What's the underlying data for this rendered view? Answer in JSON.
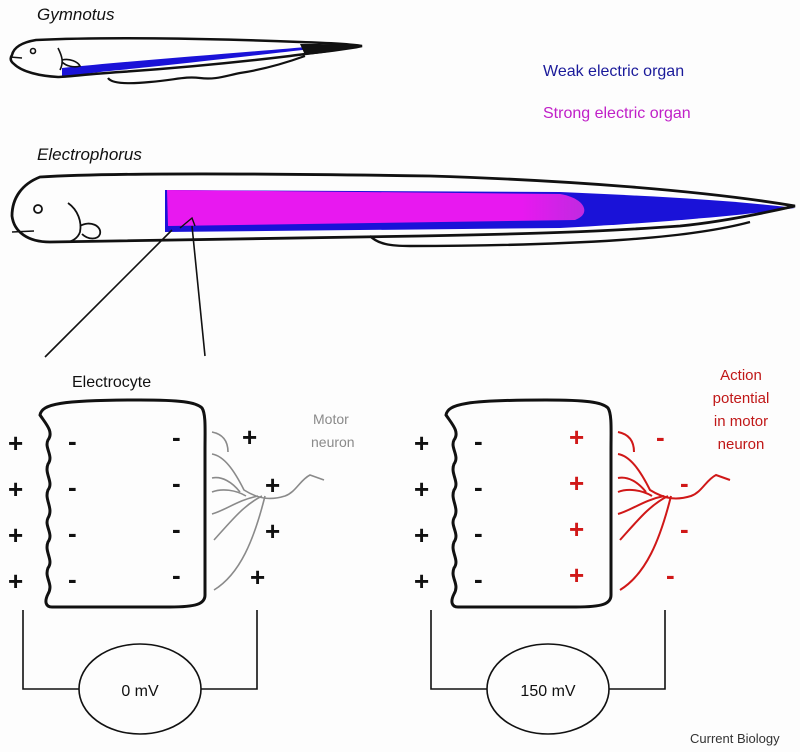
{
  "species": {
    "gymnotus": "Gymnotus",
    "electrophorus": "Electrophorus"
  },
  "legend": {
    "weak": {
      "label": "Weak electric organ",
      "color": "#1a1a9a"
    },
    "strong": {
      "label": "Strong electric organ",
      "color": "#c020c8"
    }
  },
  "organ_colors": {
    "weak_fill": "#1a12d8",
    "strong_fill": "#e818f0"
  },
  "electrocyte_label": "Electrocyte",
  "resting": {
    "left_charges": [
      "+",
      "+",
      "+",
      "+"
    ],
    "inner_left_charges": [
      "-",
      "-",
      "-",
      "-"
    ],
    "inner_right_charges": [
      "-",
      "-",
      "-",
      "-"
    ],
    "outer_right_charges": [
      "+",
      "+",
      "+",
      "+"
    ],
    "neuron_label_line1": "Motor",
    "neuron_label_line2": "neuron",
    "neuron_color": "#8a8a8a",
    "voltage": "0 mV"
  },
  "active": {
    "left_charges": [
      "+",
      "+",
      "+",
      "+"
    ],
    "inner_left_charges": [
      "-",
      "-",
      "-",
      "-"
    ],
    "inner_right_charges": [
      "+",
      "+",
      "+",
      "+"
    ],
    "outer_right_charges": [
      "-",
      "-",
      "-",
      "-"
    ],
    "neuron_label_line1": "Action",
    "neuron_label_line2": "potential",
    "neuron_label_line3": "in motor",
    "neuron_label_line4": "neuron",
    "neuron_color": "#d01818",
    "voltage": "150 mV"
  },
  "credit": "Current Biology"
}
